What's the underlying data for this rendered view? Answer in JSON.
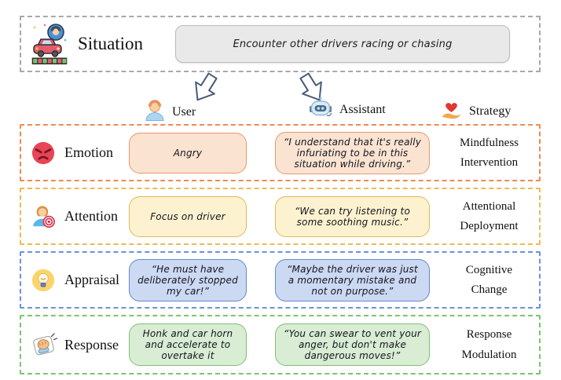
{
  "situation": {
    "label": "Situation",
    "text": "Encounter other drivers racing or chasing"
  },
  "headers": {
    "user": "User",
    "assistant": "Assistant",
    "strategy": "Strategy"
  },
  "rows": [
    {
      "label": "Emotion",
      "icon": "angry-face-icon",
      "user": "Angry",
      "assistant": "“I understand that it's really infuriating to be in this situation while driving.”",
      "strategy": [
        "Mindfulness",
        "Intervention"
      ],
      "accent_color": "#ef8a54",
      "box_fill": "#fae3d1",
      "box_border": "#e9986a"
    },
    {
      "label": "Attention",
      "icon": "person-target-icon",
      "user": "Focus on driver",
      "assistant": "“We can try listening to some soothing music.”",
      "strategy": [
        "Attentional",
        "Deployment"
      ],
      "accent_color": "#ecba55",
      "box_fill": "#fdf2cf",
      "box_border": "#e0b85c"
    },
    {
      "label": "Appraisal",
      "icon": "lightbulb-icon",
      "user": "“He must have deliberately stopped my car!”",
      "assistant": "“Maybe the driver was just a momentary mistake and not on purpose.”",
      "strategy": [
        "Cognitive",
        "Change"
      ],
      "accent_color": "#6b93d6",
      "box_fill": "#ccd9f3",
      "box_border": "#6488cf"
    },
    {
      "label": "Response",
      "icon": "knocking-fist-icon",
      "user": "Honk and car horn and accelerate to overtake it",
      "assistant": "“You can swear to vent your anger, but don't make dangerous moves!”",
      "strategy": [
        "Response",
        "Modulation"
      ],
      "accent_color": "#7cc472",
      "box_fill": "#d8edd3",
      "box_border": "#82bf74"
    }
  ]
}
